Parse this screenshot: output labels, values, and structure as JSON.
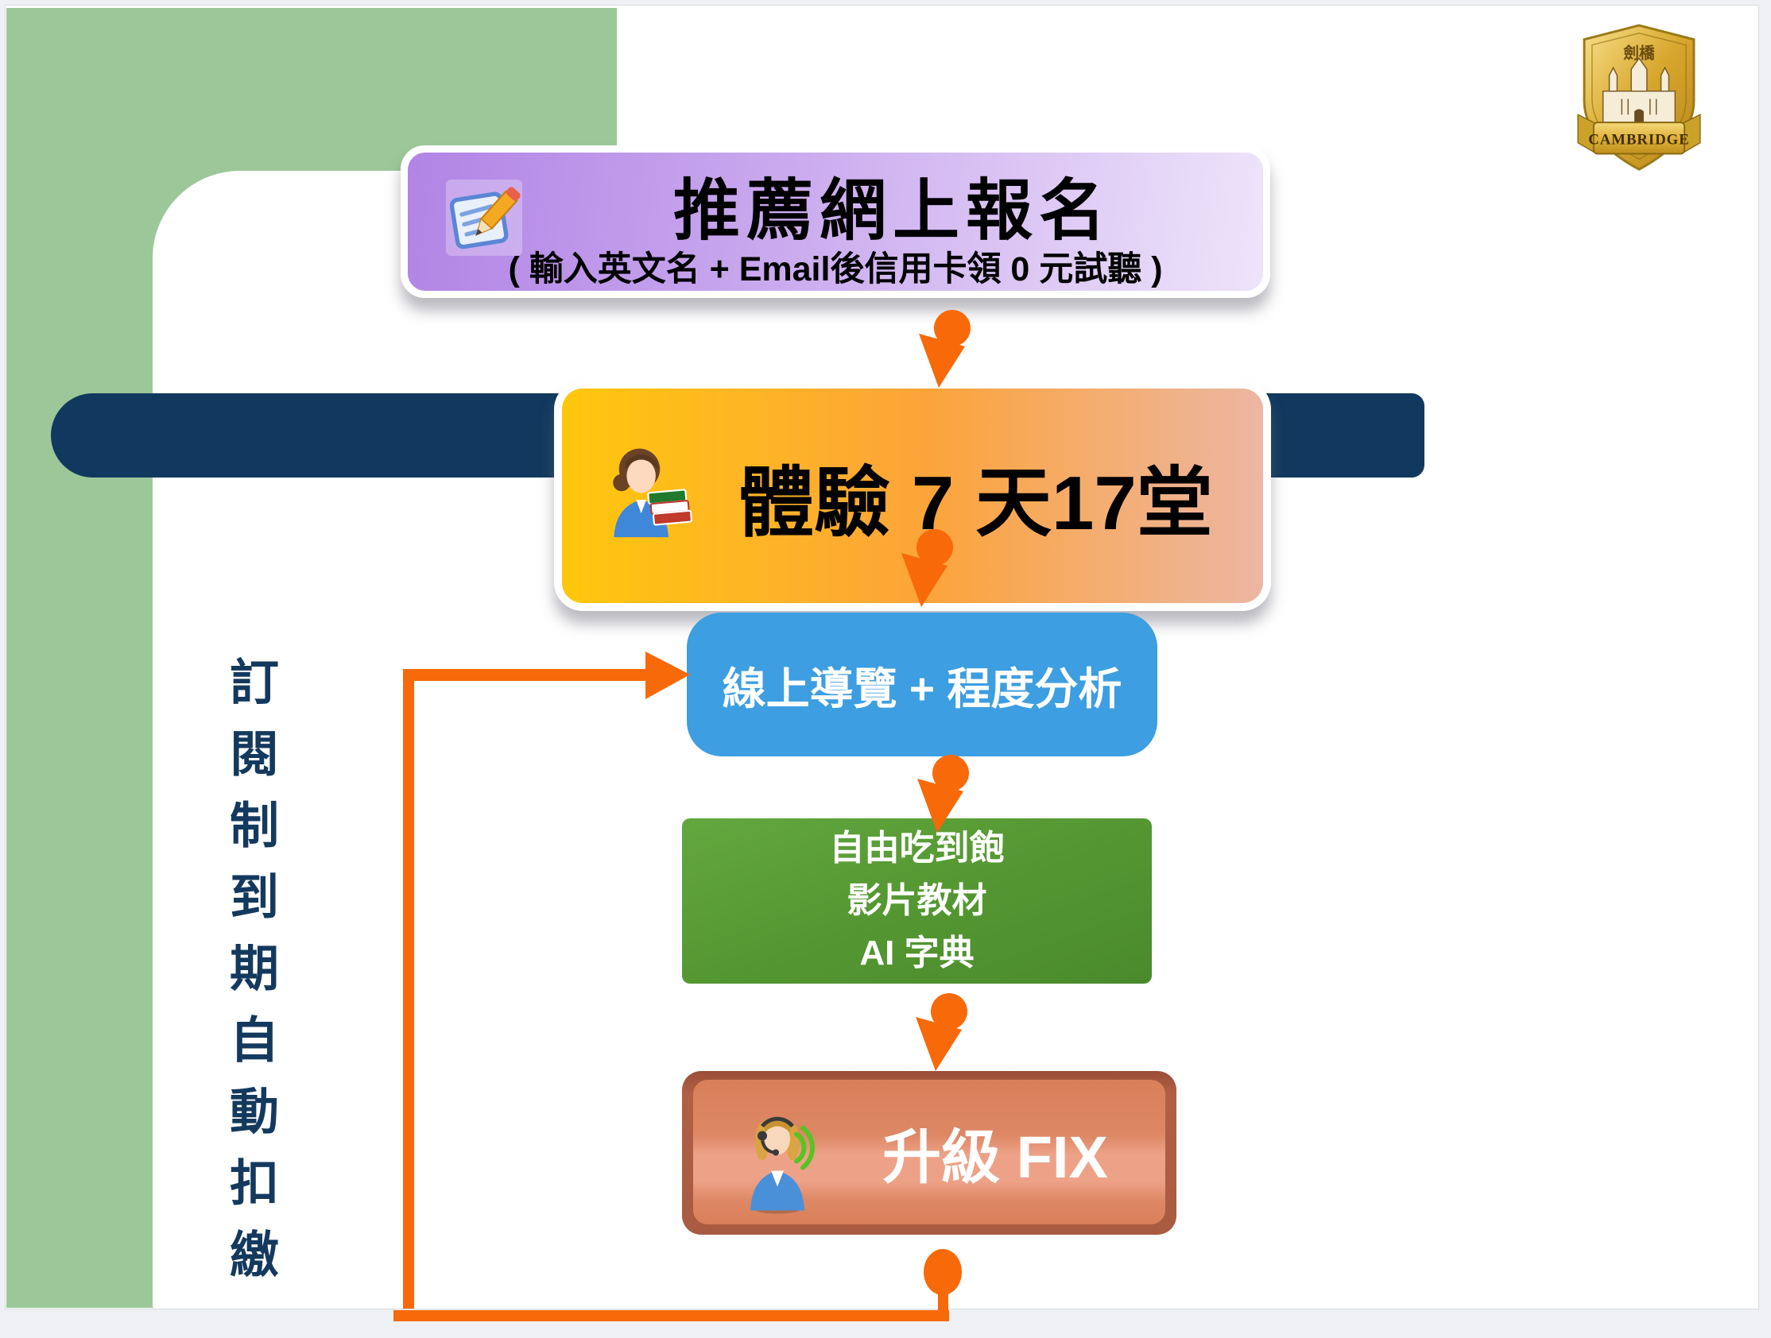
{
  "badge": {
    "top_text": "劍橋",
    "ribbon_text": "CAMBRIDGE"
  },
  "flow": {
    "step1": {
      "title": "推薦網上報名",
      "subtitle": "( 輸入英文名 + Email後信用卡領 0 元試聽 )",
      "icon": "note-pencil-icon"
    },
    "step2": {
      "title": "體驗 7 天17堂",
      "icon": "student-books-icon"
    },
    "step3": {
      "title": "線上導覽 + 程度分析"
    },
    "step4": {
      "lines": [
        "自由吃到飽",
        "影片教材",
        "AI 字典"
      ]
    },
    "step5": {
      "title": "升級 FIX",
      "icon": "support-agent-icon"
    }
  },
  "side_label": {
    "text": "訂閱制到期自動扣繳"
  },
  "colors": {
    "accent_orange": "#f8690a",
    "navy_bar": "#11395f",
    "sage_green": "#9cc899",
    "blue_box": "#3d9ee1",
    "green_box": "#539631",
    "purple_box_start": "#b184e5",
    "yellow_box_start": "#ffc70c",
    "salmon_box": "#dd8764",
    "side_text": "#14395e"
  }
}
